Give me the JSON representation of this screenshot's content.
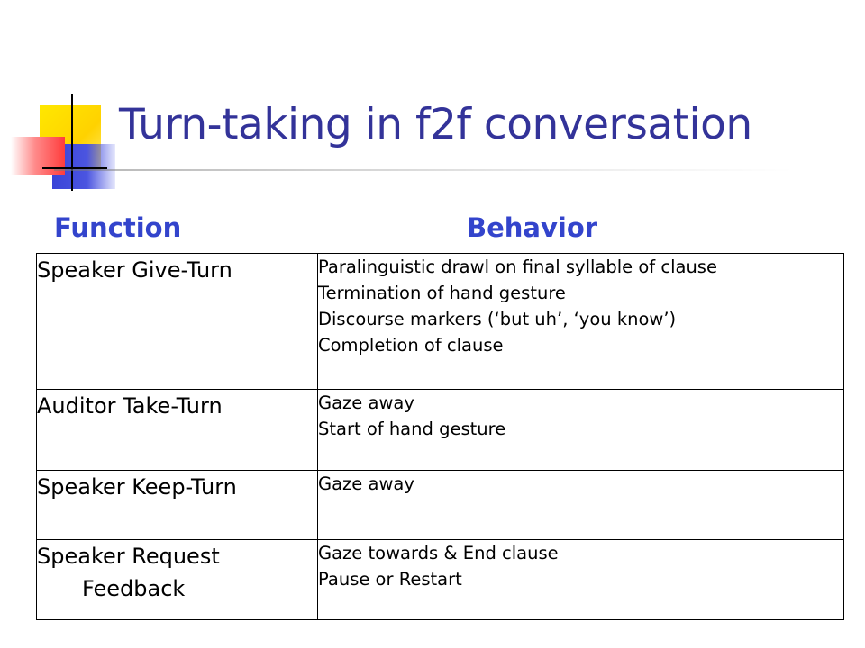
{
  "slide": {
    "title": "Turn-taking in f2f conversation",
    "headers": {
      "function": "Function",
      "behavior": "Behavior"
    },
    "rows": [
      {
        "function": [
          "Speaker Give-Turn"
        ],
        "behaviors": [
          "Paralinguistic drawl on final syllable of clause",
          "Termination of hand gesture",
          "Discourse markers (‘but uh’, ‘you know’)",
          "Completion of clause"
        ]
      },
      {
        "function": [
          "Auditor Take-Turn"
        ],
        "behaviors": [
          "Gaze away",
          "Start of hand gesture"
        ]
      },
      {
        "function": [
          "Speaker Keep-Turn"
        ],
        "behaviors": [
          "Gaze away"
        ]
      },
      {
        "function": [
          "Speaker Request",
          "Feedback"
        ],
        "behaviors": [
          "Gaze towards & End clause",
          "Pause or Restart"
        ]
      }
    ]
  }
}
